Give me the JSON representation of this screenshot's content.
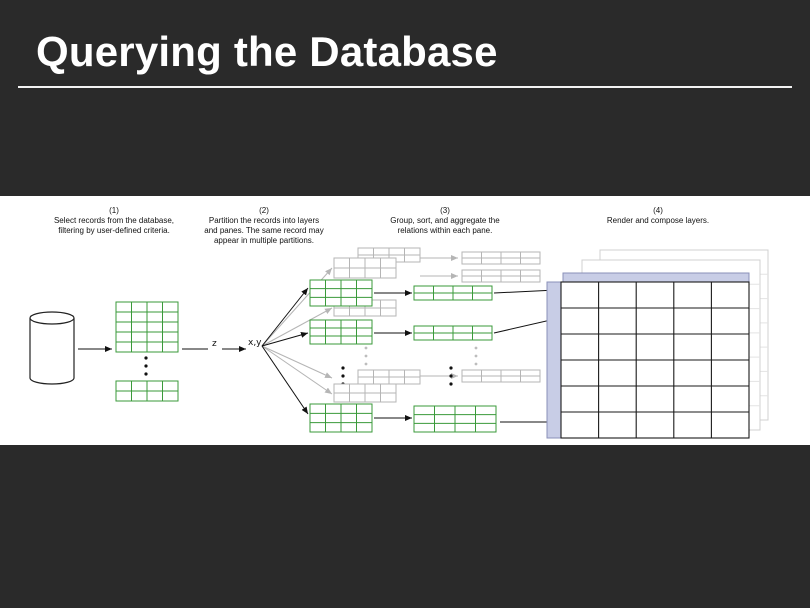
{
  "slide": {
    "title": "Querying the Database"
  },
  "diagram": {
    "steps": [
      {
        "number": "(1)",
        "lines": [
          "Select records from the database,",
          "filtering by user-defined criteria."
        ]
      },
      {
        "number": "(2)",
        "lines": [
          "Partition the records into layers",
          "and panes. The same record may",
          "appear in multiple partitions."
        ]
      },
      {
        "number": "(3)",
        "lines": [
          "Group, sort, and aggregate the",
          "relations within each pane."
        ]
      },
      {
        "number": "(4)",
        "lines": [
          "Render and compose layers."
        ]
      }
    ],
    "labels": {
      "z": "z",
      "xy": "x,y"
    },
    "colors": {
      "table_green": "#3a9a3a",
      "layer_lavender": "#c8cde6",
      "grid_black": "#1a1a1a",
      "faded_gray": "#b5b5b5"
    }
  }
}
